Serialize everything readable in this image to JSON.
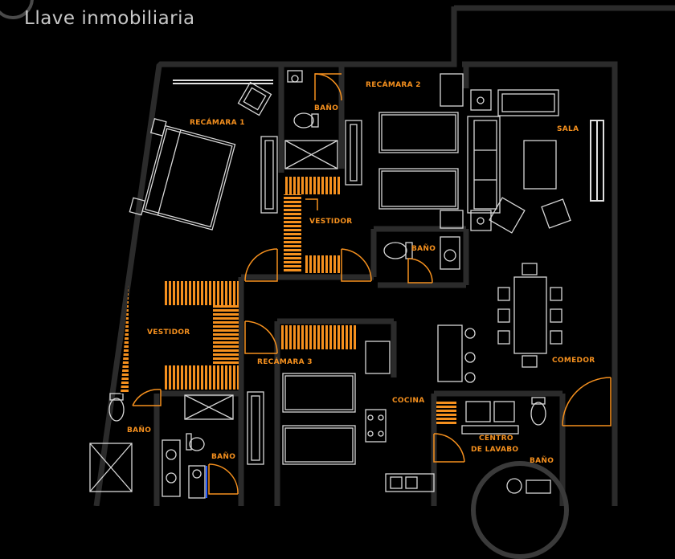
{
  "brand": {
    "name": "Llave inmobiliaria",
    "logo_icon": "llave-logo-icon"
  },
  "colors": {
    "background": "#000000",
    "walls": "#2a2a2a",
    "lines": "#d8d8d8",
    "accent": "#f5901e"
  },
  "rooms": {
    "recamara1": "RECÁMARA 1",
    "recamara2": "RECÁMARA 2",
    "recamara3": "RECÁMARA 3",
    "sala": "SALA",
    "comedor": "COMEDOR",
    "cocina": "COCINA",
    "vestidor_top": "VESTIDOR",
    "vestidor_left": "VESTIDOR",
    "bano_top": "BAÑO",
    "bano_mid": "BAÑO",
    "bano_left": "BAÑO",
    "bano_bottom": "BAÑO",
    "bano_right": "BAÑO",
    "centro_l1": "CENTRO",
    "centro_l2": "DE LAVABO"
  }
}
